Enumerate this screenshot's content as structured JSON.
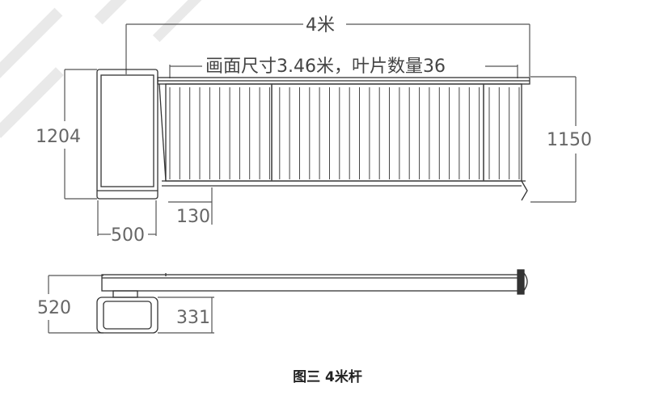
{
  "caption": "图三 4米杆",
  "dimensions": {
    "total_length": "4米",
    "panel_note": "画面尺寸3.46米，叶片数量36",
    "cabinet_height": "1204",
    "boom_height": "1150",
    "cabinet_width": "500",
    "offset": "130",
    "side_total_height": "520",
    "side_cabinet_height": "331"
  },
  "colors": {
    "line": "#333333",
    "dim_line": "#555555",
    "dim_text": "#666666"
  }
}
